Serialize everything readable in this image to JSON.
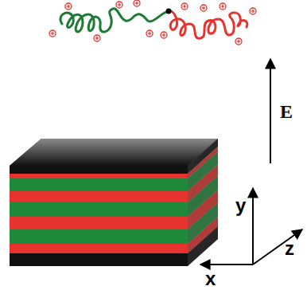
{
  "diagram": {
    "labels": [
      "E",
      "y",
      "x",
      "z"
    ]
  }
}
